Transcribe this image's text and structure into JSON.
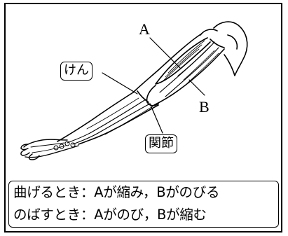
{
  "labels": {
    "muscle_a": "A",
    "muscle_b": "B",
    "tendon": "けん",
    "joint": "関節"
  },
  "caption": {
    "bend": "曲げるとき：Aが縮み，Bがのびる",
    "extend": "のばすとき：Aがのび，Bが縮む"
  }
}
